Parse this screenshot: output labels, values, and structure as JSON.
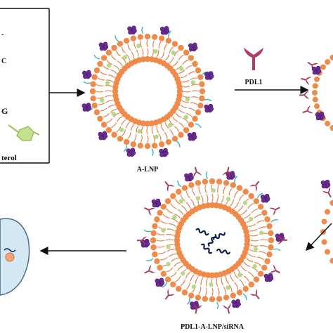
{
  "labels": {
    "left_partial_g": "G",
    "left_partial_c": "C",
    "left_partial_cholesterol": "terol",
    "lnp_label": "A-LNP",
    "arrow_label": "PDL1",
    "final_label": "PDL1-A-LNP/siRNA"
  },
  "icons": [
    "phospholipid-icon",
    "protein-icon",
    "pdl1-antibody-icon",
    "sirna-icon",
    "cholesterol-icon",
    "cell-icon"
  ],
  "colors": {
    "lipid_head": "#ef8a4a",
    "lipid_tail": "#e07a3c",
    "cholesterol": "#b9d98a",
    "protein": "#6a2c91",
    "peg": "#39b5bd",
    "pdl1": "#a83a5e",
    "sirna": "#0d1f4a",
    "cell": "#cfe6f2"
  }
}
